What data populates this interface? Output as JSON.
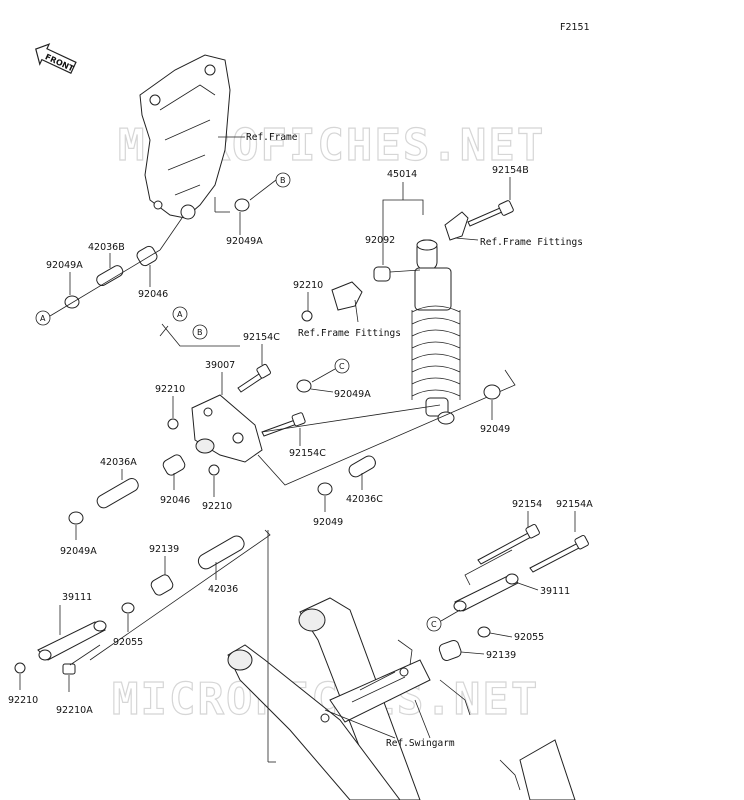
{
  "figure_id": "F2151",
  "front_badge": "FRONT",
  "watermarks": [
    "MICROFICHES.NET",
    "MICROFICHES.NET"
  ],
  "refs": {
    "frame": "Ref.Frame",
    "frame_fittings_1": "Ref.Frame Fittings",
    "frame_fittings_2": "Ref.Frame Fittings",
    "swingarm": "Ref.Swingarm"
  },
  "callouts": {
    "A": "A",
    "B": "B",
    "C": "C"
  },
  "parts": {
    "p45014": "45014",
    "p92154b": "92154B",
    "p92092": "92092",
    "p92049a_top": "92049A",
    "p42036b": "42036B",
    "p92049a_left": "92049A",
    "p92046_top": "92046",
    "p92210_top": "92210",
    "p92154c_top": "92154C",
    "p39007": "39007",
    "p92049a_mid": "92049A",
    "p92210_mid": "92210",
    "p92154c_mid": "92154C",
    "p92049_right": "92049",
    "p42036a": "42036A",
    "p92046_mid": "92046",
    "p92210_low": "92210",
    "p42036c": "42036C",
    "p92049_low": "92049",
    "p92049a_low": "92049A",
    "p92139_left": "92139",
    "p42036": "42036",
    "p39111_left": "39111",
    "p92055_left": "92055",
    "p92210_bottom": "92210",
    "p92210a": "92210A",
    "p92154": "92154",
    "p92154a": "92154A",
    "p39111_right": "39111",
    "p92055_right": "92055",
    "p92139_right": "92139"
  }
}
